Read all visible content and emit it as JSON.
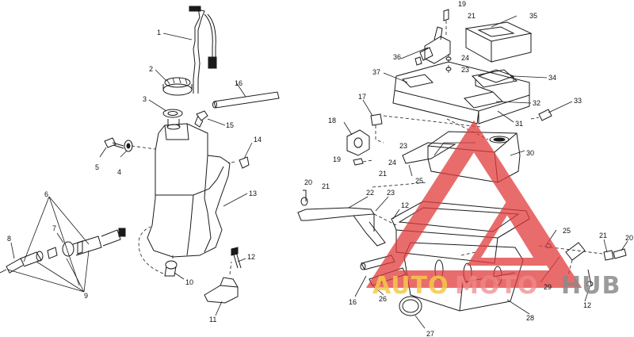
{
  "callouts": [
    {
      "id": "c1",
      "text": "1"
    },
    {
      "id": "c2",
      "text": "2"
    },
    {
      "id": "c3",
      "text": "3"
    },
    {
      "id": "c4",
      "text": "4"
    },
    {
      "id": "c5",
      "text": "5"
    },
    {
      "id": "c6",
      "text": "6"
    },
    {
      "id": "c7",
      "text": "7"
    },
    {
      "id": "c8",
      "text": "8"
    },
    {
      "id": "c9",
      "text": "9"
    },
    {
      "id": "c10",
      "text": "10"
    },
    {
      "id": "c11",
      "text": "11"
    },
    {
      "id": "c12a",
      "text": "12"
    },
    {
      "id": "c13",
      "text": "13"
    },
    {
      "id": "c14",
      "text": "14"
    },
    {
      "id": "c15",
      "text": "15"
    },
    {
      "id": "c16a",
      "text": "16"
    },
    {
      "id": "c17",
      "text": "17"
    },
    {
      "id": "c18",
      "text": "18"
    },
    {
      "id": "c19a",
      "text": "19"
    },
    {
      "id": "c20a",
      "text": "20"
    },
    {
      "id": "c21a",
      "text": "21"
    },
    {
      "id": "c22",
      "text": "22"
    },
    {
      "id": "c23a",
      "text": "23"
    },
    {
      "id": "c12b",
      "text": "12"
    },
    {
      "id": "c21b",
      "text": "21"
    },
    {
      "id": "c24a",
      "text": "24"
    },
    {
      "id": "c25a",
      "text": "25"
    },
    {
      "id": "c23b",
      "text": "23"
    },
    {
      "id": "c26",
      "text": "26"
    },
    {
      "id": "c27",
      "text": "27"
    },
    {
      "id": "c16b",
      "text": "16"
    },
    {
      "id": "c28",
      "text": "28"
    },
    {
      "id": "c29",
      "text": "29"
    },
    {
      "id": "c12c",
      "text": "12"
    },
    {
      "id": "c25b",
      "text": "25"
    },
    {
      "id": "c21c",
      "text": "21"
    },
    {
      "id": "c20b",
      "text": "20"
    },
    {
      "id": "c30",
      "text": "30"
    },
    {
      "id": "c31",
      "text": "31"
    },
    {
      "id": "c32",
      "text": "32"
    },
    {
      "id": "c33",
      "text": "33"
    },
    {
      "id": "c34",
      "text": "34"
    },
    {
      "id": "c35",
      "text": "35"
    },
    {
      "id": "c36",
      "text": "36"
    },
    {
      "id": "c37",
      "text": "37"
    },
    {
      "id": "c19b",
      "text": "19"
    },
    {
      "id": "c21d",
      "text": "21"
    },
    {
      "id": "c24b",
      "text": "24"
    },
    {
      "id": "c23c",
      "text": "23"
    }
  ],
  "watermark": {
    "word1": "AUTO",
    "word2": "MOTO",
    "word3": "HUB",
    "color1": "#f5c84a",
    "color2": "#f08a8a",
    "color3": "#8a8a8a",
    "triangle_color": "#e23b3b"
  }
}
